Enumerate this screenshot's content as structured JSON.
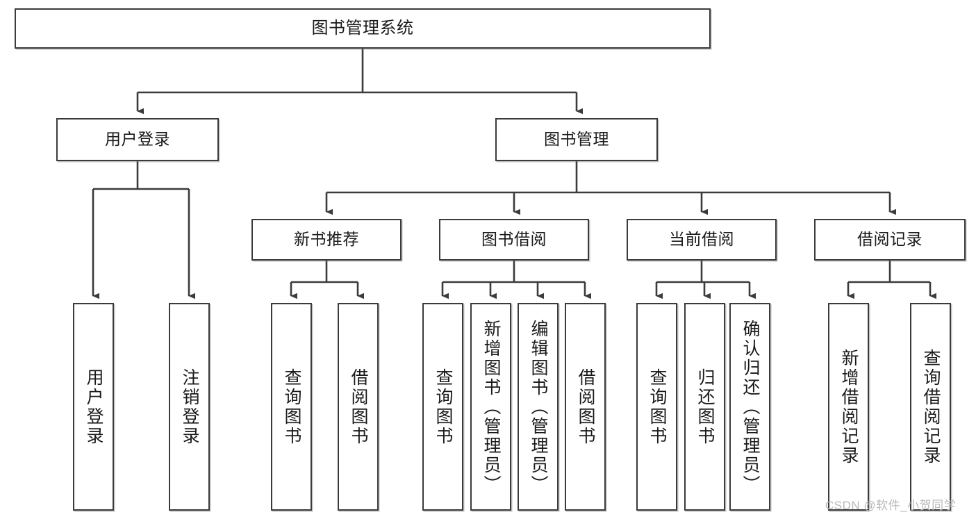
{
  "diagram": {
    "title": "图书管理系统",
    "watermark": "CSDN @软件_小贺同学",
    "colors": {
      "stroke": "#3b3b3b",
      "fill": "#ffffff",
      "text": "#1a1a1a",
      "watermark": "#b9b9b9"
    },
    "nodes": {
      "root": {
        "label": "图书管理系统"
      },
      "level2": [
        {
          "label": "用户登录"
        },
        {
          "label": "图书管理"
        }
      ],
      "level3": [
        {
          "label": "新书推荐"
        },
        {
          "label": "图书借阅"
        },
        {
          "label": "当前借阅"
        },
        {
          "label": "借阅记录"
        }
      ],
      "leaves": {
        "user_login": [
          {
            "label": "用户登录"
          },
          {
            "label": "注销登录"
          }
        ],
        "new_book_recommend": [
          {
            "label": "查询图书"
          },
          {
            "label": "借阅图书"
          }
        ],
        "book_borrow": [
          {
            "label": "查询图书"
          },
          {
            "label": "新增图书（管理员）"
          },
          {
            "label": "编辑图书（管理员）"
          },
          {
            "label": "借阅图书"
          }
        ],
        "current_borrow": [
          {
            "label": "查询图书"
          },
          {
            "label": "归还图书"
          },
          {
            "label": "确认归还（管理员）"
          }
        ],
        "borrow_record": [
          {
            "label": "新增借阅记录"
          },
          {
            "label": "查询借阅记录"
          }
        ]
      }
    }
  }
}
